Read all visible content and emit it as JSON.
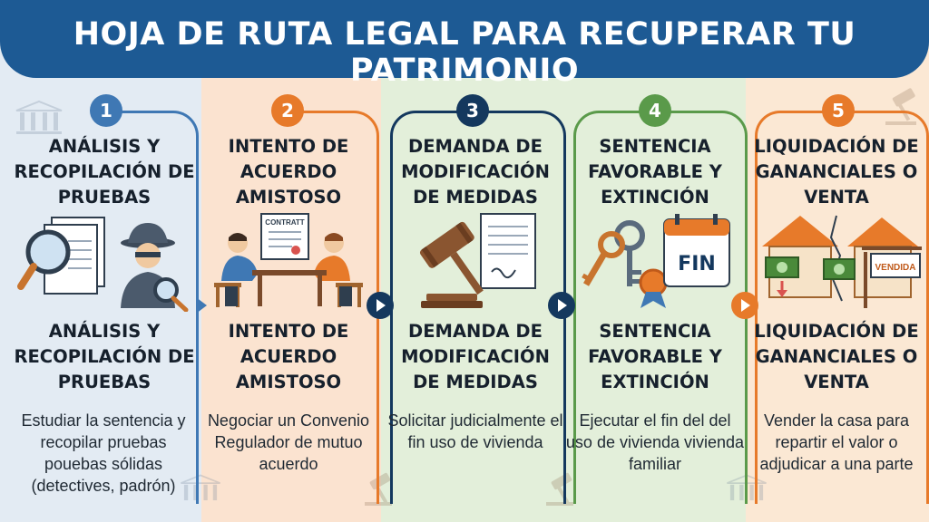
{
  "header": {
    "title": "HOJA DE RUTA LEGAL PARA RECUPERAR TU PATRIMONIO"
  },
  "colors": {
    "header": "#1d5a94",
    "blue": "#3f78b4",
    "orange": "#e77a2a",
    "navy": "#14385e",
    "green": "#5a9a4a",
    "bg_blue": "#e3ebf3",
    "bg_orange": "#fbe3d0",
    "bg_green": "#e3efda",
    "bg_peach": "#fbe8d4"
  },
  "steps": [
    {
      "number": "1",
      "title": "ANÁLISIS Y RECOPILACIÓN DE PRUEBAS",
      "subtitle": "ANÁLISIS Y RECOPILACIÓN DE PRUEBAS",
      "description": "Estudiar la sentencia y recopilar pruebas pouebas sólidas (detectives, padrón)"
    },
    {
      "number": "2",
      "title": "INTENTO DE ACUERDO AMISTOSO",
      "subtitle": "INTENTO DE ACUERDO AMISTOSO",
      "description": "Negociar un Convenio Regulador de mutuo acuerdo",
      "document_label": "CONTRATT"
    },
    {
      "number": "3",
      "title": "DEMANDA DE MODIFICACIÓN DE MEDIDAS",
      "subtitle": "DEMANDA DE MODIFICACIÓN DE MEDIDAS",
      "description": "Solicitar judicialmente el fin uso de vivienda"
    },
    {
      "number": "4",
      "title": "SENTENCIA FAVORABLE Y EXTINCIÓN",
      "subtitle": "SENTENCIA FAVORABLE Y EXTINCIÓN",
      "description": "Ejecutar el fin del del uso de vivienda vivienda familiar",
      "calendar_label": "FIN"
    },
    {
      "number": "5",
      "title": "LIQUIDACIÓN DE GANANCIALES O VENTA",
      "subtitle": "LIQUIDACIÓN DE GANANCIALES O VENTA",
      "description": "Vender la casa para repartir el valor o adjudicar a una parte",
      "sign_label": "VENDIDA"
    }
  ]
}
